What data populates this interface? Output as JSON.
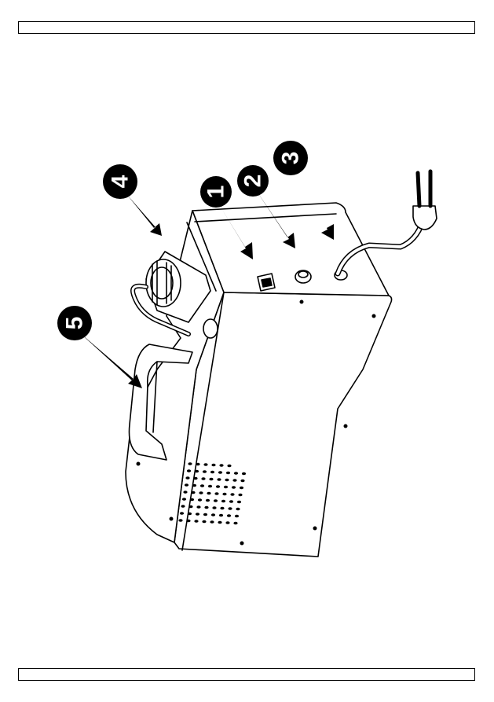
{
  "header": {
    "text": ""
  },
  "footer": {
    "text": ""
  },
  "callouts": [
    {
      "number": "1",
      "part": "power-switch"
    },
    {
      "number": "2",
      "part": "fuse-holder"
    },
    {
      "number": "3",
      "part": "power-cord"
    },
    {
      "number": "4",
      "part": "fluid-pump"
    },
    {
      "number": "5",
      "part": "handle"
    }
  ],
  "colors": {
    "line": "#000000",
    "background": "#ffffff",
    "callout_fill": "#000000",
    "callout_text": "#ffffff"
  }
}
